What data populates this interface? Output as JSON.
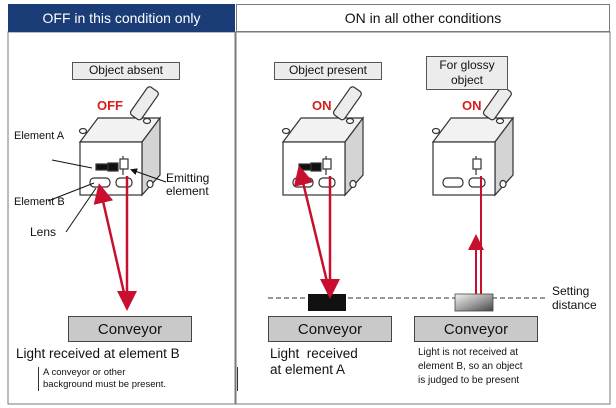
{
  "headers": {
    "left": "OFF in this condition only",
    "right": "ON in all other conditions"
  },
  "panels": {
    "absent": {
      "tag": "Object absent",
      "state": "OFF",
      "element_a": "Element A",
      "element_b": "Element B",
      "lens": "Lens",
      "emitting": "Emitting\nelement",
      "conveyor": "Conveyor",
      "caption": "Light received at element B",
      "note": "A conveyor or other\nbackground must be present."
    },
    "present": {
      "tag": "Object present",
      "state": "ON",
      "conveyor": "Conveyor",
      "caption": "Light  received\nat element A"
    },
    "glossy": {
      "tag": "For glossy\nobject",
      "state": "ON",
      "conveyor": "Conveyor",
      "note": "Light is not received at\nelement B, so an object\nis judged to be present"
    }
  },
  "setting_distance": "Setting\ndistance",
  "colors": {
    "header_bg": "#1a3d78",
    "state_red": "#d81e1e",
    "beam_red": "#c8102e",
    "conveyor": "#c9c9c9"
  }
}
